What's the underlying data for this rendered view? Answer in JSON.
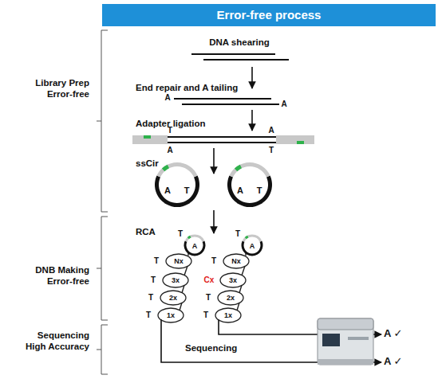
{
  "diagram": {
    "title": "Error-free process",
    "nodes": [
      {
        "text": [
          "A",
          "T"
        ]
      },
      {
        "text": [
          "A",
          "T"
        ]
      },
      {
        "text": [
          "A"
        ]
      },
      {
        "text": [
          "Nx"
        ]
      },
      {
        "text": [
          "3x"
        ]
      },
      {
        "text": [
          "2x"
        ]
      },
      {
        "text": [
          "1x"
        ]
      },
      {
        "text": [
          "A"
        ]
      },
      {
        "text": [
          "Nx"
        ]
      },
      {
        "text": [
          "3x"
        ]
      },
      {
        "text": [
          "2x"
        ]
      },
      {
        "text": [
          "1x"
        ]
      }
    ],
    "labels": [
      "Library Prep Error-free",
      "DNA shearing",
      "End repair and A tailing",
      "A",
      "A",
      "Adapter ligation",
      "T",
      "A",
      "A",
      "T",
      "ssCir",
      "RCA",
      "DNB Making Error-free",
      "T",
      "T",
      "T",
      "T",
      "T",
      "T",
      "T",
      "Cx",
      "T",
      "T",
      "Sequencing High Accuracy",
      "Sequencing",
      "A ✓",
      "A ✓"
    ]
  }
}
